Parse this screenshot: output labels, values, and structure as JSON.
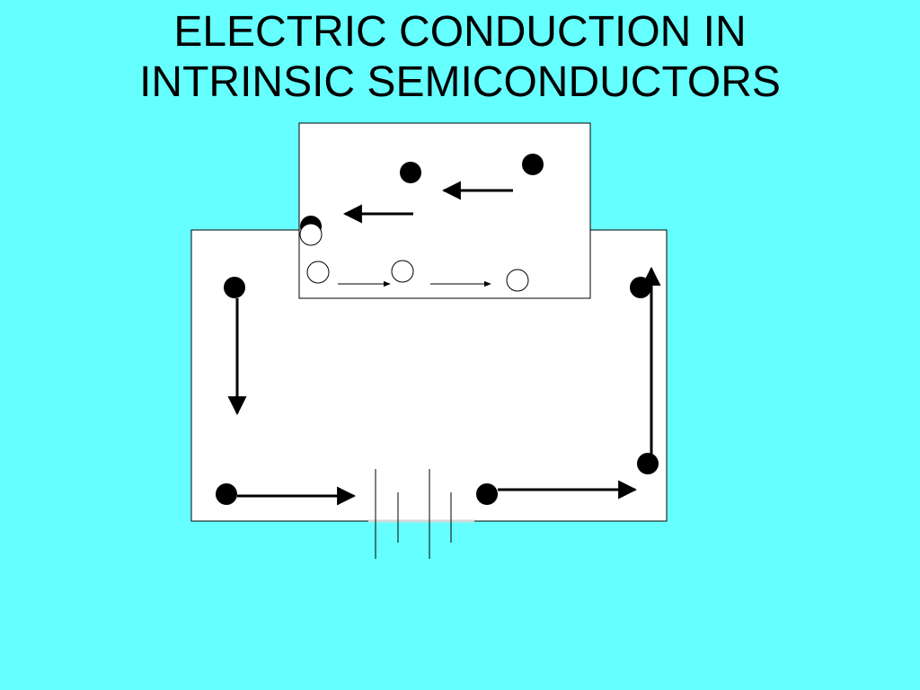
{
  "slide": {
    "title_line1": "ELECTRIC CONDUCTION IN",
    "title_line2": "INTRINSIC SEMICONDUCTORS"
  },
  "colors": {
    "background": "#66ffff",
    "panel": "#ffffff",
    "stroke": "#000000"
  },
  "diagram": {
    "electron_symbol": "filled-circle",
    "hole_symbol": "open-circle",
    "battery_symbol": "battery"
  }
}
